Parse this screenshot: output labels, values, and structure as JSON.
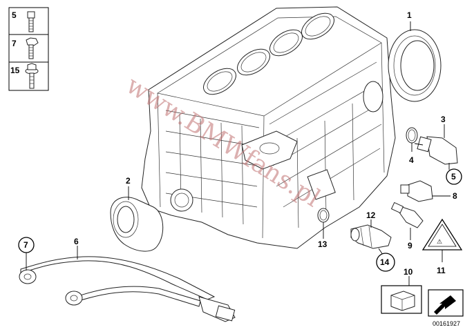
{
  "legend_items": [
    {
      "number": "5"
    },
    {
      "number": "7"
    },
    {
      "number": "15"
    }
  ],
  "callouts": {
    "c1": "1",
    "c2": "2",
    "c3": "3",
    "c4": "4",
    "c5": "5",
    "c6": "6",
    "c7": "7",
    "c8": "8",
    "c9": "9",
    "c10": "10",
    "c11": "11",
    "c12": "12",
    "c13": "13",
    "c14": "14"
  },
  "watermark": "www.BMWfans.pl",
  "diagram_id": "00161927"
}
